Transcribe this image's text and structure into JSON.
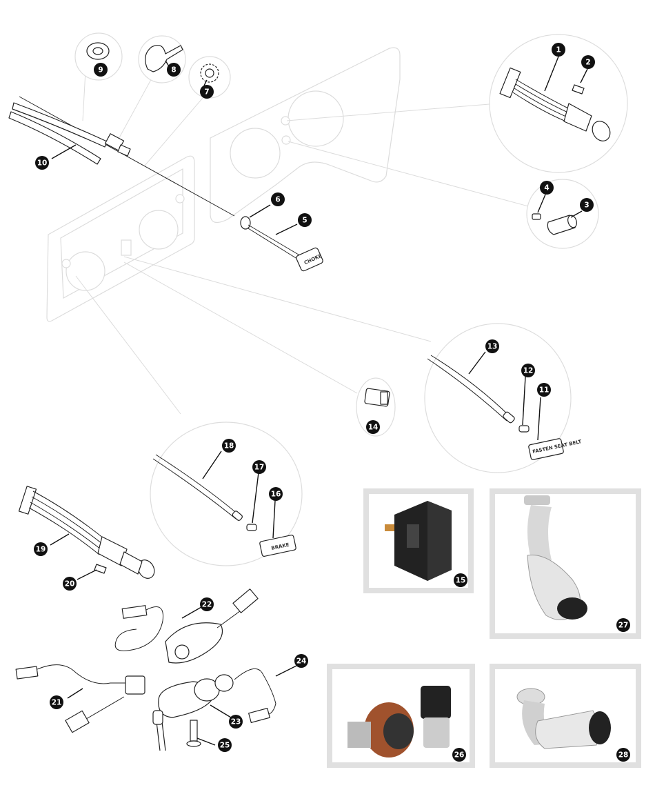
{
  "callouts": [
    {
      "n": "1"
    },
    {
      "n": "2"
    },
    {
      "n": "3"
    },
    {
      "n": "4"
    },
    {
      "n": "5"
    },
    {
      "n": "6"
    },
    {
      "n": "7"
    },
    {
      "n": "8"
    },
    {
      "n": "9"
    },
    {
      "n": "10"
    },
    {
      "n": "11"
    },
    {
      "n": "12"
    },
    {
      "n": "13"
    },
    {
      "n": "14"
    },
    {
      "n": "15"
    },
    {
      "n": "16"
    },
    {
      "n": "17"
    },
    {
      "n": "18"
    },
    {
      "n": "19"
    },
    {
      "n": "20"
    },
    {
      "n": "21"
    },
    {
      "n": "22"
    },
    {
      "n": "23"
    },
    {
      "n": "24"
    },
    {
      "n": "25"
    },
    {
      "n": "26"
    },
    {
      "n": "27"
    },
    {
      "n": "28"
    }
  ],
  "labels": {
    "choke_knob": "CHOKE",
    "fasten_seat_belt": "FASTEN SEAT BELT",
    "brake": "BRAKE"
  },
  "colors": {
    "callout_badge": "#111111",
    "ghost_outline": "#dcdcdc",
    "photo_frame": "#e0e0e0"
  }
}
